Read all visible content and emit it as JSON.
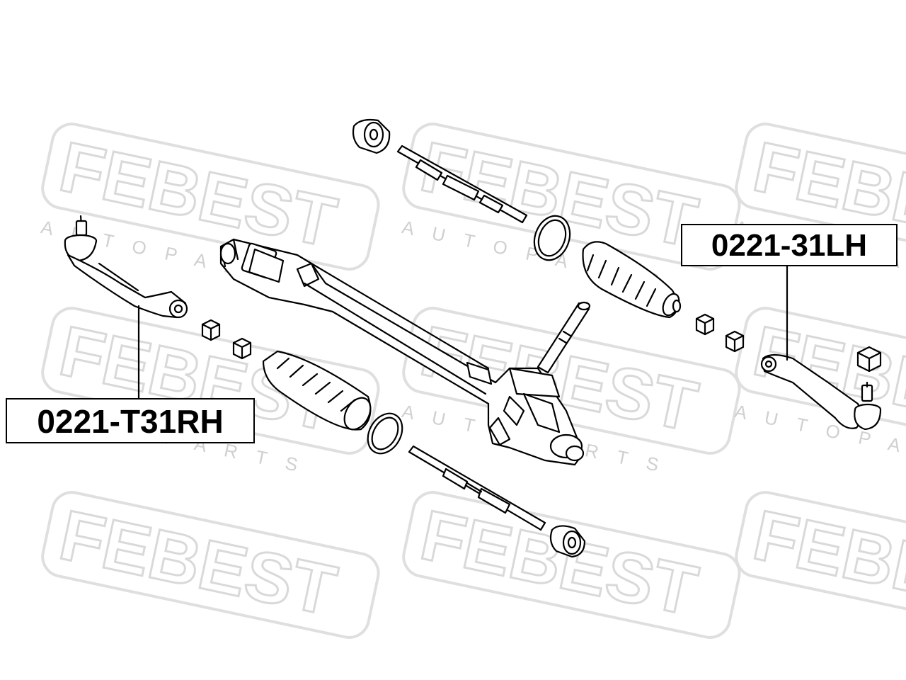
{
  "watermark": {
    "brand": "FEBEST",
    "sub": "A U T O   P A R T S"
  },
  "labels": {
    "right_tie_rod_end": "0221-T31RH",
    "left_tie_rod_end": "0221-31LH"
  },
  "colors": {
    "line": "#000000",
    "watermark": "#e2e2e2",
    "background": "#ffffff"
  }
}
